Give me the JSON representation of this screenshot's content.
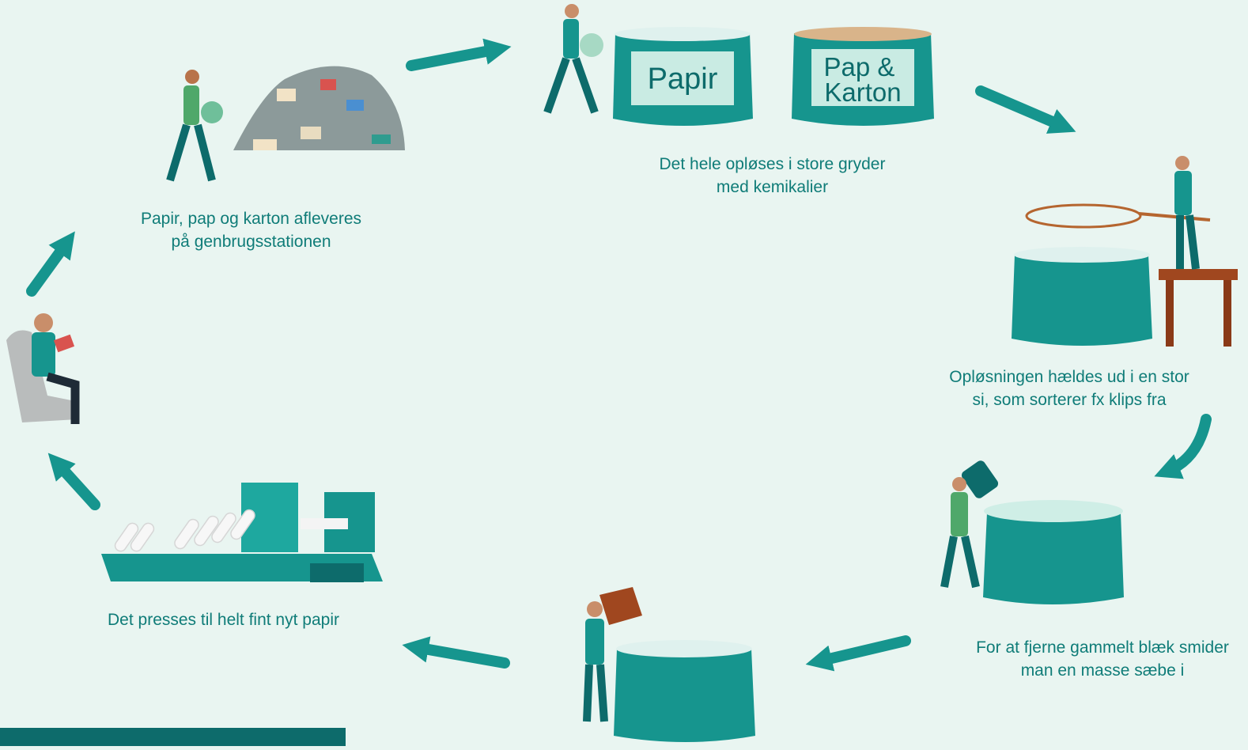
{
  "diagram": {
    "steps": [
      {
        "caption": "Papir, pap og karton afleveres\npå genbrugsstationen"
      },
      {
        "caption": "Det hele opløses i store gryder\nmed kemikalier",
        "bins": [
          {
            "label": "Papir"
          },
          {
            "label": "Pap &\nKarton"
          }
        ]
      },
      {
        "caption": "Opløsningen hældes ud i en stor\nsi, som sorterer fx klips fra"
      },
      {
        "caption": "For at fjerne gammelt blæk smider\nman en masse sæbe i"
      },
      {
        "caption": ""
      },
      {
        "caption": "Det presses til helt fint nyt papir"
      },
      {
        "caption": ""
      }
    ]
  },
  "colors": {
    "background": "#e9f5f1",
    "teal": "#16958e",
    "teal_dark": "#0d6b6b",
    "caption_text": "#0f7c78",
    "bottom_bar": "#0d6b6b"
  }
}
